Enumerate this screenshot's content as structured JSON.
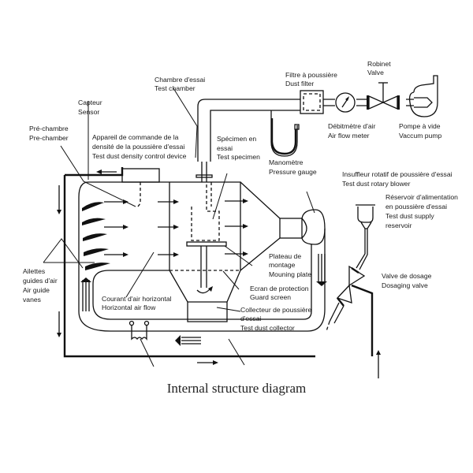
{
  "caption": "Internal structure diagram",
  "labels": {
    "test_chamber": [
      "Chambre d'essai",
      "Test chamber"
    ],
    "dust_filter": [
      "Filtre à poussière",
      "Dust filter"
    ],
    "valve": [
      "Robinet",
      "Valve"
    ],
    "sensor": [
      "Capteur",
      "Sensor"
    ],
    "pre_chamber": [
      "Pré-chambre",
      "Pre-chamber"
    ],
    "density_control": [
      "Appareil de commande de la",
      "densité de la poussière d'essai",
      "Test dust density control device"
    ],
    "test_specimen": [
      "Spécimen en",
      "essai",
      "Test specimen"
    ],
    "air_flow_meter": [
      "Débitmètre d'air",
      "Air flow meter"
    ],
    "vacuum_pump": [
      "Pompe à vide",
      "Vaccum pump"
    ],
    "pressure_gauge": [
      "Manomètre",
      "Pressure gauge"
    ],
    "rotary_blower": [
      "Insuffleur rotatif de poussière d'essai",
      "Test dust rotary blower"
    ],
    "supply_reservoir": [
      "Réservoir d'alimentation",
      "en poussière d'essai",
      "Test dust supply",
      "reservoir"
    ],
    "air_guide_vanes": [
      "Ailettes",
      "guides d'air",
      "Air guide",
      "vanes"
    ],
    "mounting_plate": [
      "Plateau de",
      "montage",
      "Mouning plate"
    ],
    "dosaging_valve": [
      "Valve de dosage",
      "Dosaging valve"
    ],
    "horizontal_air_flow": [
      "Courant d'air horizontal",
      "Horizontal air flow"
    ],
    "guard_screen": [
      "Ecran de protection",
      "Guard screen"
    ],
    "dust_collector": [
      "Collecteur de poussière",
      "d'essai",
      "Test dust collector"
    ]
  }
}
